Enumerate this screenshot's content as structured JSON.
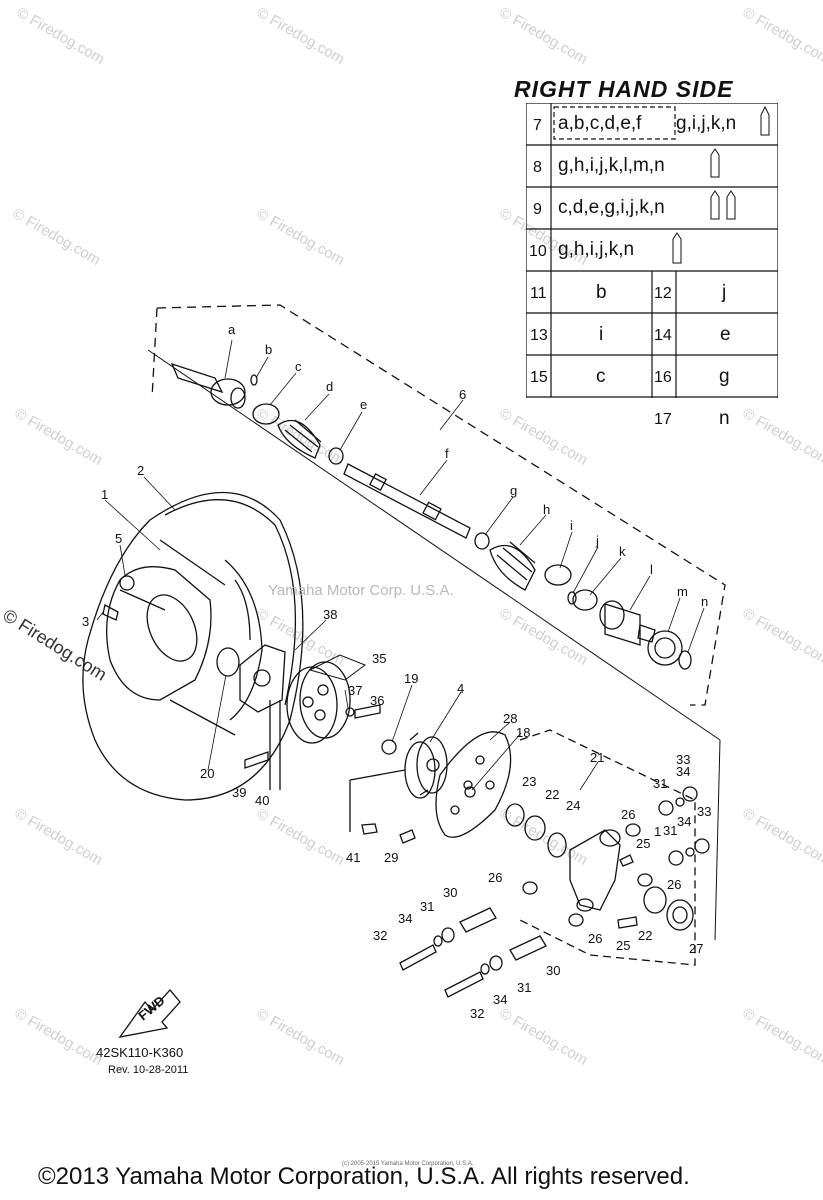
{
  "watermarks": {
    "firedog": "© Firedog.com",
    "center": "Yamaha Motor Corp. U.S.A.",
    "tiny_footer": "(c) 2005-2015 Yamaha Motor Corporation, U.S.A."
  },
  "legend": {
    "title": "RIGHT HAND SIDE",
    "rows": [
      {
        "num": "7",
        "value_a": "a,b,c,d,e,f",
        "value_b": "g,i,j,k,n"
      },
      {
        "num": "8",
        "value": "g,h,i,j,k,l,m,n"
      },
      {
        "num": "9",
        "value": "c,d,e,g,i,j,k,n"
      },
      {
        "num": "10",
        "value": "g,h,i,j,k,n"
      }
    ],
    "pairs": [
      {
        "left_num": "11",
        "left_val": "b",
        "right_num": "12",
        "right_val": "j"
      },
      {
        "left_num": "13",
        "left_val": "i",
        "right_num": "14",
        "right_val": "e"
      },
      {
        "left_num": "15",
        "left_val": "c",
        "right_num": "16",
        "right_val": "g"
      },
      {
        "left_num": "",
        "left_val": "",
        "right_num": "17",
        "right_val": "n"
      }
    ]
  },
  "callouts": {
    "letters": [
      "a",
      "b",
      "c",
      "d",
      "e",
      "f",
      "g",
      "h",
      "i",
      "j",
      "k",
      "l",
      "m",
      "n"
    ],
    "numbers": [
      "1",
      "2",
      "3",
      "4",
      "5",
      "6",
      "18",
      "19",
      "20",
      "21",
      "22",
      "23",
      "24",
      "25",
      "26",
      "27",
      "28",
      "29",
      "30",
      "31",
      "32",
      "33",
      "34",
      "35",
      "36",
      "37",
      "38",
      "39",
      "40",
      "41"
    ]
  },
  "fwd_label": "FWD",
  "diagram_code": "42SK110-K360",
  "revision": "Rev.  10-28-2011",
  "copyright": "©2013 Yamaha Motor Corporation, U.S.A. All rights reserved."
}
